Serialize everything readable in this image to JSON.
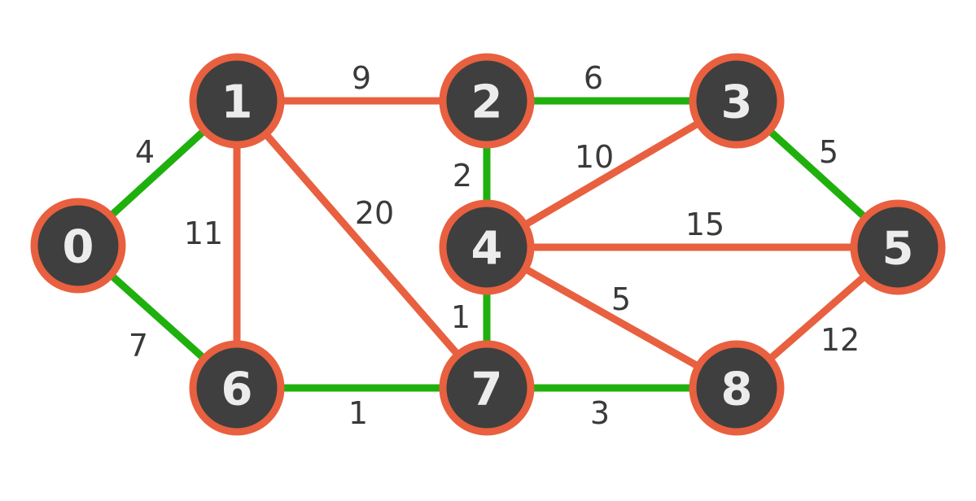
{
  "graph": {
    "colors": {
      "tree_edge": "#1fb00e",
      "other_edge": "#e8603f",
      "node_fill": "#3f3f3f",
      "node_stroke": "#e8603f",
      "node_text": "#ececec",
      "weight_text": "#3a3a3a"
    },
    "nodes": [
      {
        "id": "0",
        "label": "0"
      },
      {
        "id": "1",
        "label": "1"
      },
      {
        "id": "2",
        "label": "2"
      },
      {
        "id": "3",
        "label": "3"
      },
      {
        "id": "4",
        "label": "4"
      },
      {
        "id": "5",
        "label": "5"
      },
      {
        "id": "6",
        "label": "6"
      },
      {
        "id": "7",
        "label": "7"
      },
      {
        "id": "8",
        "label": "8"
      }
    ],
    "edges": [
      {
        "from": "0",
        "to": "1",
        "weight": "4",
        "highlighted": true
      },
      {
        "from": "0",
        "to": "6",
        "weight": "7",
        "highlighted": true
      },
      {
        "from": "1",
        "to": "2",
        "weight": "9",
        "highlighted": false
      },
      {
        "from": "1",
        "to": "6",
        "weight": "11",
        "highlighted": false
      },
      {
        "from": "1",
        "to": "7",
        "weight": "20",
        "highlighted": false
      },
      {
        "from": "2",
        "to": "3",
        "weight": "6",
        "highlighted": true
      },
      {
        "from": "2",
        "to": "4",
        "weight": "2",
        "highlighted": true
      },
      {
        "from": "3",
        "to": "4",
        "weight": "10",
        "highlighted": false
      },
      {
        "from": "3",
        "to": "5",
        "weight": "5",
        "highlighted": true
      },
      {
        "from": "4",
        "to": "5",
        "weight": "15",
        "highlighted": false
      },
      {
        "from": "4",
        "to": "7",
        "weight": "1",
        "highlighted": true
      },
      {
        "from": "4",
        "to": "8",
        "weight": "5",
        "highlighted": false
      },
      {
        "from": "5",
        "to": "8",
        "weight": "12",
        "highlighted": false
      },
      {
        "from": "6",
        "to": "7",
        "weight": "1",
        "highlighted": true
      },
      {
        "from": "7",
        "to": "8",
        "weight": "3",
        "highlighted": true
      }
    ]
  }
}
